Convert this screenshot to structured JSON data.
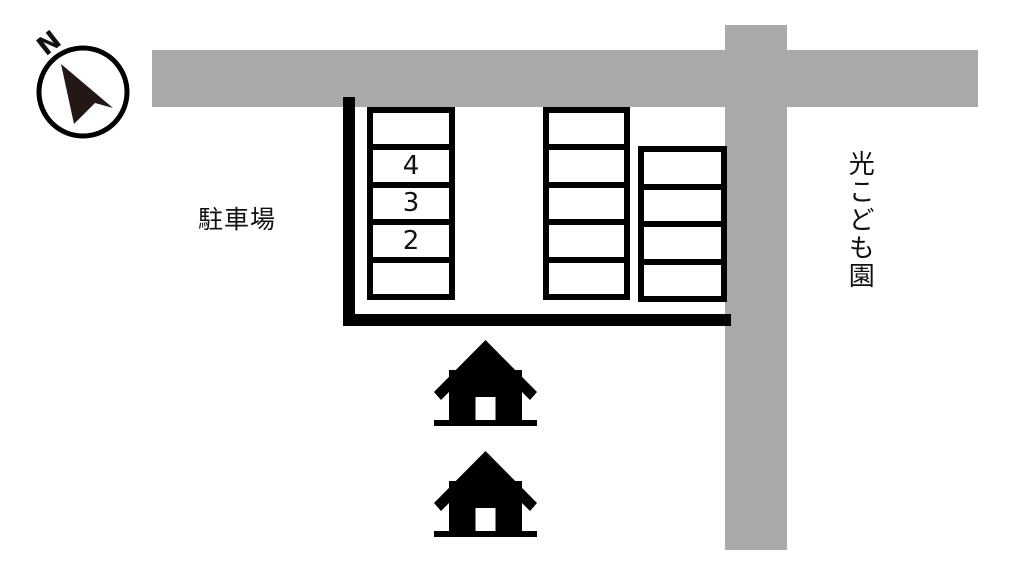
{
  "compass": {
    "north_label": "N"
  },
  "labels": {
    "parking_lot": "駐車場",
    "facility_name": "光こども園"
  },
  "parking": {
    "columns": [
      {
        "name": "left-column",
        "spaces": [
          "",
          "4",
          "3",
          "2",
          ""
        ]
      },
      {
        "name": "middle-column",
        "spaces": [
          "",
          "",
          "",
          "",
          ""
        ]
      },
      {
        "name": "right-column",
        "spaces": [
          "",
          "",
          "",
          ""
        ]
      }
    ]
  },
  "icons": {
    "compass": "compass-north-icon",
    "house": "house-icon"
  },
  "colors": {
    "road_gray": "#a9a9a9",
    "outline_black": "#000000",
    "compass_arrow": "#231815"
  }
}
